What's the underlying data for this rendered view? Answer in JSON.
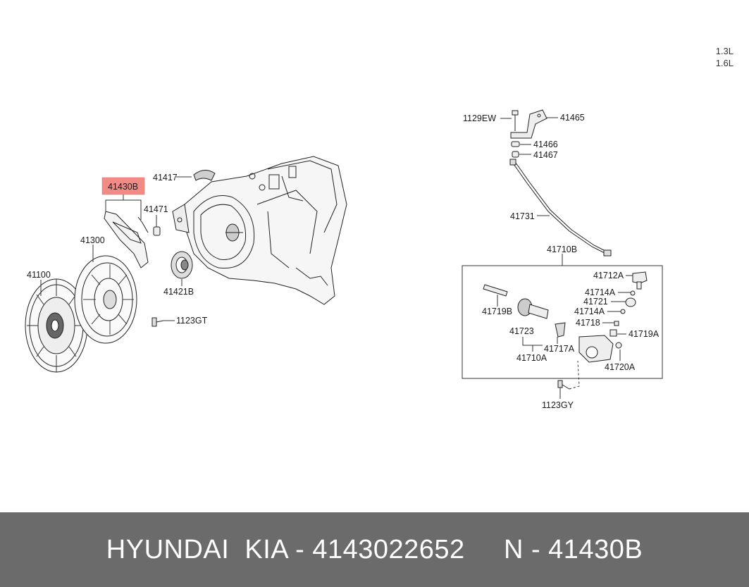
{
  "engine_labels": [
    "1.3L",
    "1.6L"
  ],
  "highlight_part": "41430B",
  "highlight_color": "#f28b86",
  "parts": {
    "p41417": "41417",
    "p41471": "41471",
    "p41300": "41300",
    "p41100": "41100",
    "p41421B": "41421B",
    "p1123GT": "1123GT",
    "p1129EW": "1129EW",
    "p41465": "41465",
    "p41466": "41466",
    "p41467": "41467",
    "p41731": "41731",
    "p41710B": "41710B",
    "p41712A": "41712A",
    "p41714A_1": "41714A",
    "p41721": "41721",
    "p41714A_2": "41714A",
    "p41718": "41718",
    "p41719B": "41719B",
    "p41719A": "41719A",
    "p41723": "41723",
    "p41717A": "41717A",
    "p41710A": "41710A",
    "p41720A": "41720A",
    "p1123GY": "1123GY"
  },
  "footer": {
    "brand": "HYUNDAI  KIA - 4143022652     N - 41430B"
  }
}
